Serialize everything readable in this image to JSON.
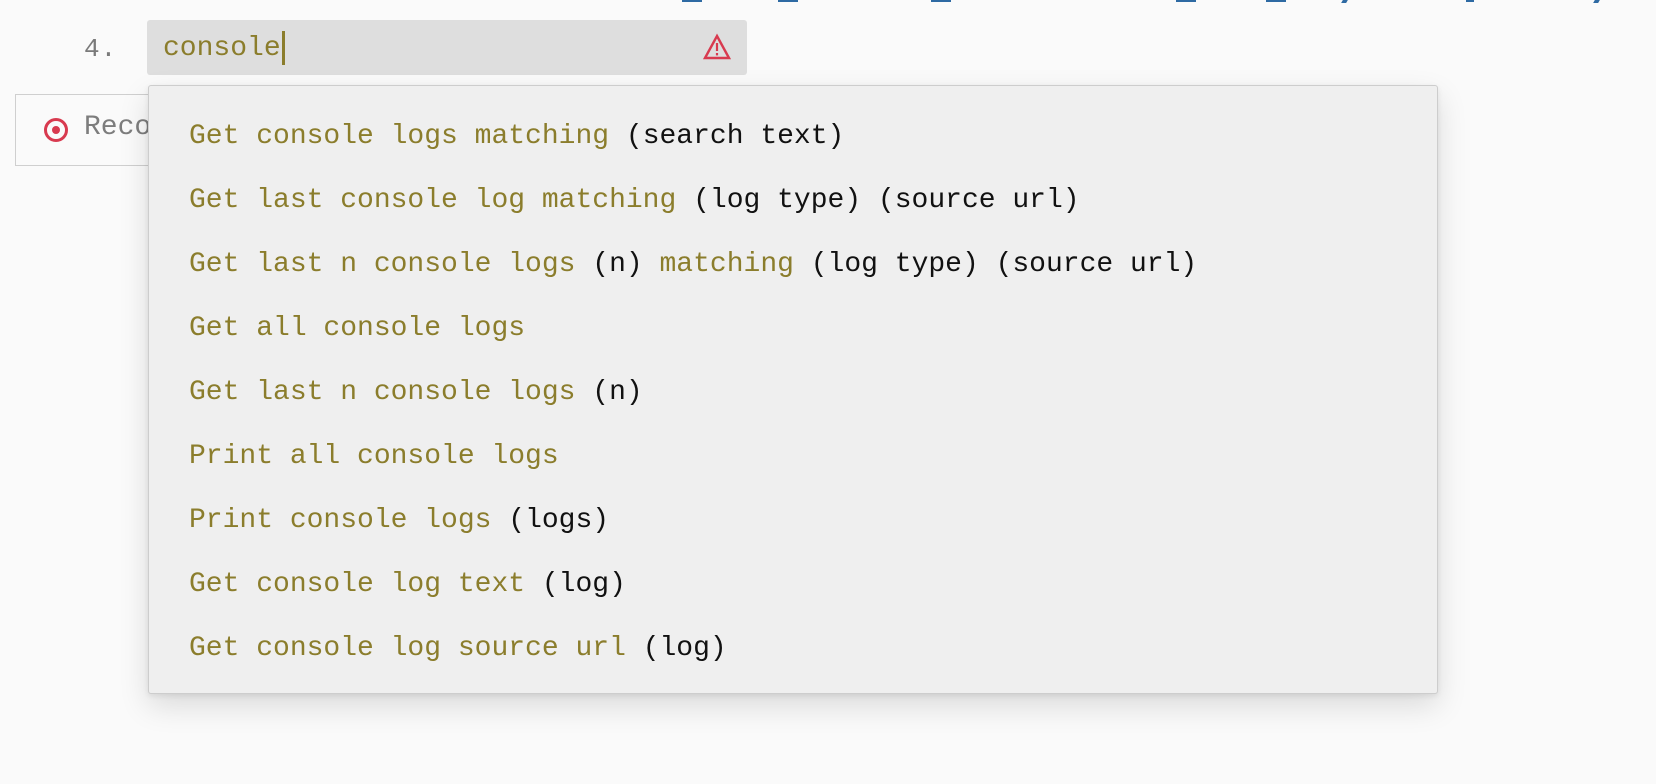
{
  "colors": {
    "background": "#fafafa",
    "input_background": "#dedede",
    "dropdown_background": "#efefef",
    "keyword_text": "#8b7d2c",
    "argument_text": "#111111",
    "warning_red": "#d83a4f",
    "step_number": "#7a7a7a",
    "link_blue": "#2e6aa3"
  },
  "step": {
    "number": "4.",
    "input_value": "console",
    "warning_icon": "warning-triangle-icon"
  },
  "record_button": {
    "icon": "record-target-icon",
    "label": "Reco"
  },
  "dropdown": {
    "options": [
      {
        "parts": [
          {
            "t": "Get console logs matching",
            "k": "kw"
          },
          {
            "t": " ",
            "k": "kw"
          },
          {
            "t": "(search text)",
            "k": "arg"
          }
        ]
      },
      {
        "parts": [
          {
            "t": "Get last console log matching",
            "k": "kw"
          },
          {
            "t": " ",
            "k": "kw"
          },
          {
            "t": "(log type) (source url)",
            "k": "arg"
          }
        ]
      },
      {
        "parts": [
          {
            "t": "Get last n console logs",
            "k": "kw"
          },
          {
            "t": " ",
            "k": "kw"
          },
          {
            "t": "(n)",
            "k": "arg"
          },
          {
            "t": " matching",
            "k": "kw"
          },
          {
            "t": " ",
            "k": "kw"
          },
          {
            "t": "(log type) (source url)",
            "k": "arg"
          }
        ]
      },
      {
        "parts": [
          {
            "t": "Get all console logs",
            "k": "kw"
          }
        ]
      },
      {
        "parts": [
          {
            "t": "Get last n console logs",
            "k": "kw"
          },
          {
            "t": " ",
            "k": "kw"
          },
          {
            "t": "(n)",
            "k": "arg"
          }
        ]
      },
      {
        "parts": [
          {
            "t": "Print all console logs",
            "k": "kw"
          }
        ]
      },
      {
        "parts": [
          {
            "t": "Print console logs",
            "k": "kw"
          },
          {
            "t": " ",
            "k": "kw"
          },
          {
            "t": "(logs)",
            "k": "arg"
          }
        ]
      },
      {
        "parts": [
          {
            "t": "Get console log text",
            "k": "kw"
          },
          {
            "t": " ",
            "k": "kw"
          },
          {
            "t": "(log)",
            "k": "arg"
          }
        ]
      },
      {
        "parts": [
          {
            "t": "Get console log source url",
            "k": "kw"
          },
          {
            "t": " ",
            "k": "kw"
          },
          {
            "t": "(log)",
            "k": "arg"
          }
        ]
      }
    ]
  }
}
